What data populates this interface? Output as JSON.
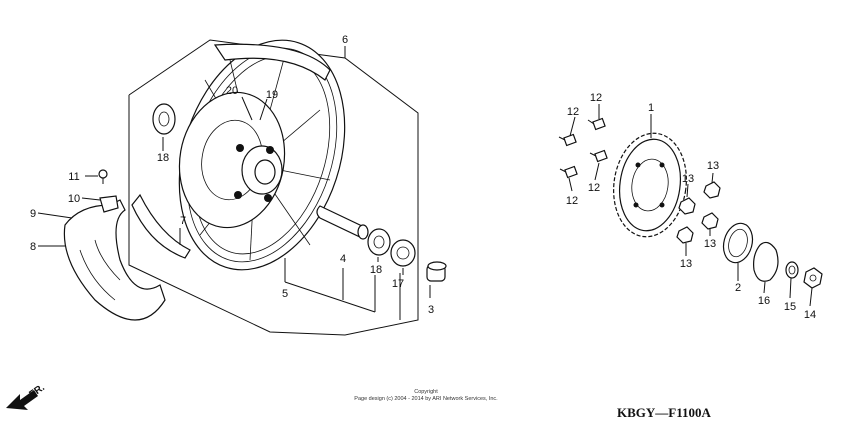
{
  "callouts": [
    {
      "id": "1",
      "text": "1"
    },
    {
      "id": "2",
      "text": "2"
    },
    {
      "id": "3",
      "text": "3"
    },
    {
      "id": "4",
      "text": "4"
    },
    {
      "id": "5",
      "text": "5"
    },
    {
      "id": "6",
      "text": "6"
    },
    {
      "id": "7",
      "text": "7"
    },
    {
      "id": "8",
      "text": "8"
    },
    {
      "id": "9",
      "text": "9"
    },
    {
      "id": "10",
      "text": "10"
    },
    {
      "id": "11",
      "text": "11"
    },
    {
      "id": "12a",
      "text": "12"
    },
    {
      "id": "12b",
      "text": "12"
    },
    {
      "id": "12c",
      "text": "12"
    },
    {
      "id": "12d",
      "text": "12"
    },
    {
      "id": "13a",
      "text": "13"
    },
    {
      "id": "13b",
      "text": "13"
    },
    {
      "id": "13c",
      "text": "13"
    },
    {
      "id": "13d",
      "text": "13"
    },
    {
      "id": "14",
      "text": "14"
    },
    {
      "id": "15",
      "text": "15"
    },
    {
      "id": "16",
      "text": "16"
    },
    {
      "id": "17",
      "text": "17"
    },
    {
      "id": "18a",
      "text": "18"
    },
    {
      "id": "18b",
      "text": "18"
    },
    {
      "id": "19",
      "text": "19"
    },
    {
      "id": "20",
      "text": "20"
    }
  ],
  "copyright": {
    "line1": "Copyright",
    "line2": "Page design (c) 2004 - 2014 by ARI Network Services, Inc."
  },
  "front_indicator": "FR.",
  "diagram_code": "KBGY—F1100A"
}
